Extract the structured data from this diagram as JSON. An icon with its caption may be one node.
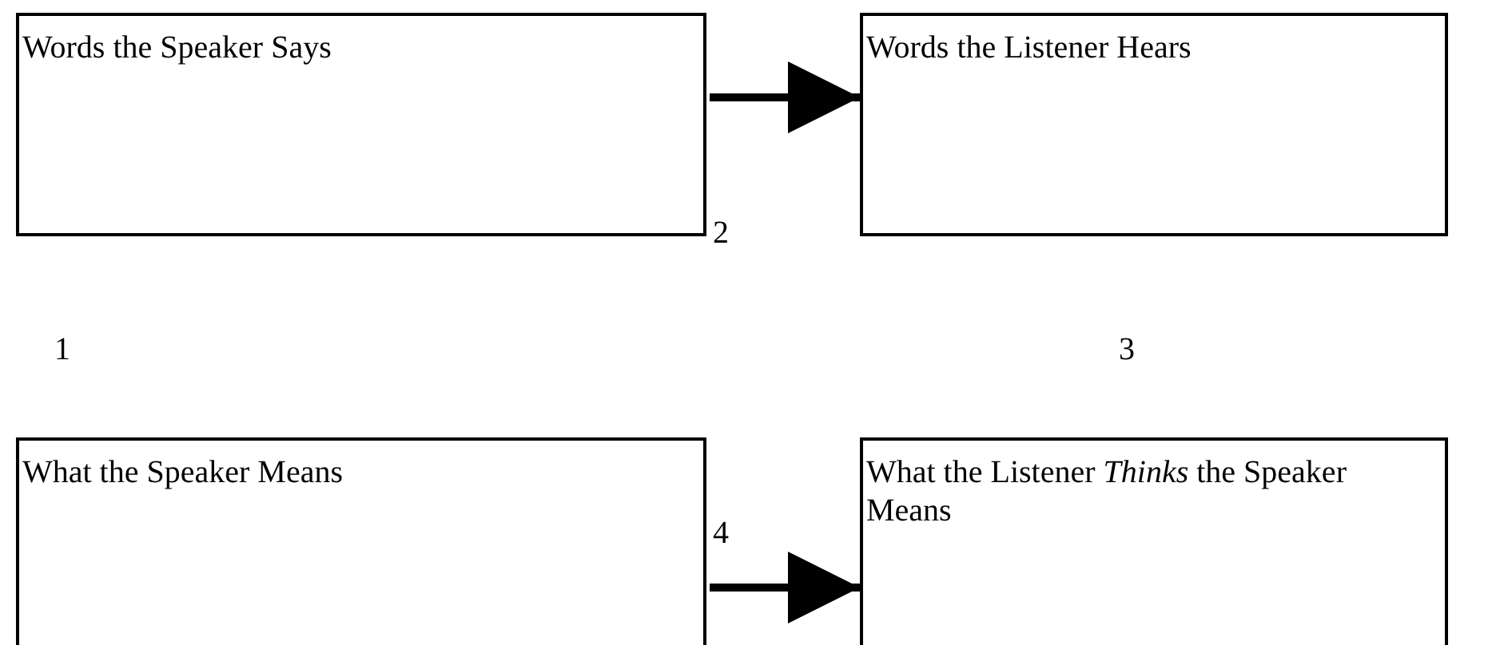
{
  "diagram": {
    "nodes": [
      {
        "text": [
          "Words the Speaker Says"
        ]
      },
      {
        "text": [
          "Words the Listener Hears"
        ]
      },
      {
        "text": [
          "What the Speaker Means"
        ]
      },
      {
        "text": [
          "What the Listener *Thinks* the Speaker Means"
        ]
      }
    ],
    "edges": [
      {
        "from": 0,
        "to": 1,
        "arrow": "to"
      },
      {
        "from": 2,
        "to": 3,
        "arrow": "to"
      }
    ],
    "labels": [
      "2",
      "1",
      "3",
      "4"
    ]
  }
}
